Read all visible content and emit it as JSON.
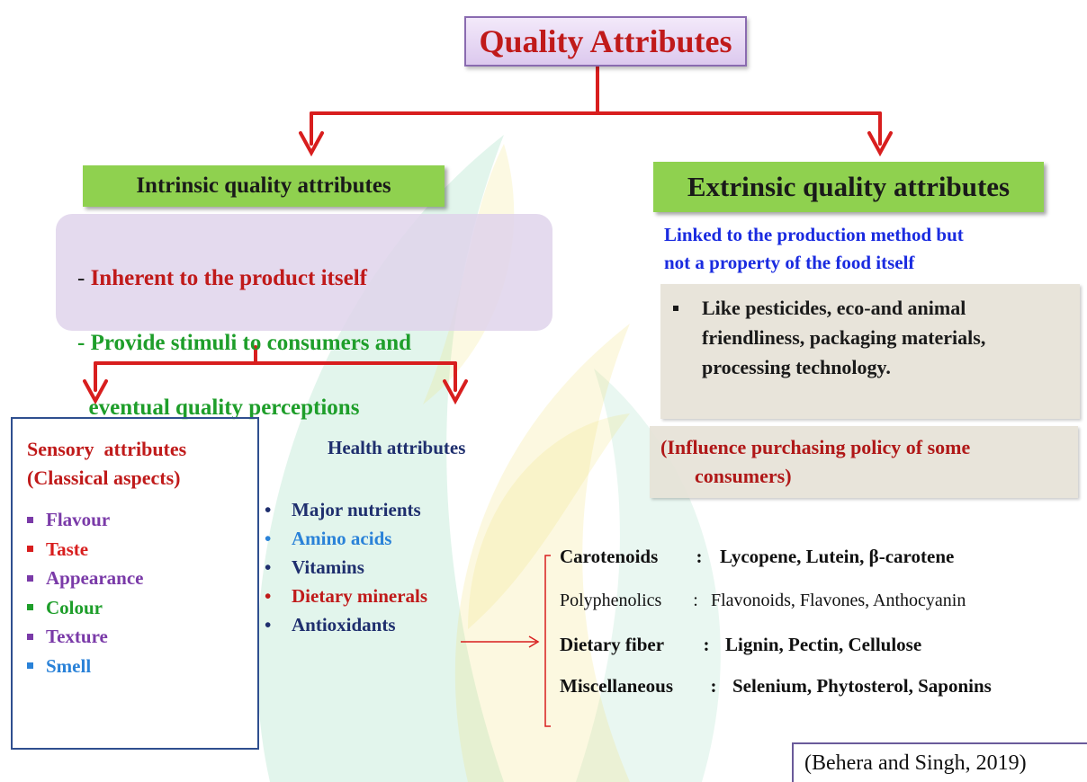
{
  "title": "Quality Attributes",
  "intrinsic": {
    "heading": "Intrinsic quality attributes",
    "points": [
      {
        "prefix": "- ",
        "text": "Inherent to the product itself",
        "color": "#c01a1a"
      },
      {
        "prefix": "- ",
        "text": "Provide stimuli to consumers and",
        "color": "#1e9e2a"
      },
      {
        "prefix": "  ",
        "text": "eventual quality perceptions",
        "color": "#1e9e2a"
      }
    ]
  },
  "extrinsic": {
    "heading": "Extrinsic quality attributes",
    "description_lines": [
      "Linked to the production method but",
      "not a property of the food itself"
    ],
    "example_lines": [
      "Like pesticides, eco-and animal",
      "friendliness, packaging materials,",
      "processing technology."
    ],
    "note_lines": [
      "(Influence purchasing policy of some",
      "consumers)"
    ]
  },
  "sensory": {
    "title_lines": [
      "Sensory  attributes",
      "(Classical aspects)"
    ],
    "items": [
      {
        "label": "Flavour",
        "color": "#7a3aa8"
      },
      {
        "label": "Taste",
        "color": "#d81e1e"
      },
      {
        "label": "Appearance",
        "color": "#7a3aa8"
      },
      {
        "label": "Colour",
        "color": "#1e9e2a"
      },
      {
        "label": "Texture",
        "color": "#7a3aa8"
      },
      {
        "label": "Smell",
        "color": "#2a82d8"
      }
    ]
  },
  "health": {
    "title": "Health attributes",
    "items": [
      {
        "label": "Major nutrients",
        "color": "#1f2f6e"
      },
      {
        "label": "Amino acids",
        "color": "#2a82d8"
      },
      {
        "label": "Vitamins",
        "color": "#1f2f6e"
      },
      {
        "label": "Dietary minerals",
        "color": "#c01a1a"
      },
      {
        "label": "Antioxidants",
        "color": "#1f2f6e"
      }
    ]
  },
  "antioxidants": [
    {
      "name": "Carotenoids",
      "sep": ":",
      "examples": "Lycopene, Lutein, β-carotene"
    },
    {
      "name": "Polyphenolics",
      "sep": ":",
      "examples": "Flavonoids, Flavones, Anthocyanin"
    },
    {
      "name": "Dietary fiber",
      "sep": ":",
      "examples": "Lignin, Pectin, Cellulose"
    },
    {
      "name": "Miscellaneous",
      "sep": ":",
      "examples": "Selenium, Phytosterol, Saponins"
    }
  ],
  "citation": "(Behera and Singh, 2019)",
  "colors": {
    "arrow": "#d81e1e",
    "green_box": "#8fd14f",
    "title_text": "#c01a1a",
    "link_blue": "#1a2be0",
    "watermark_green": "#4cc08a",
    "watermark_yellow": "#f0e070"
  }
}
